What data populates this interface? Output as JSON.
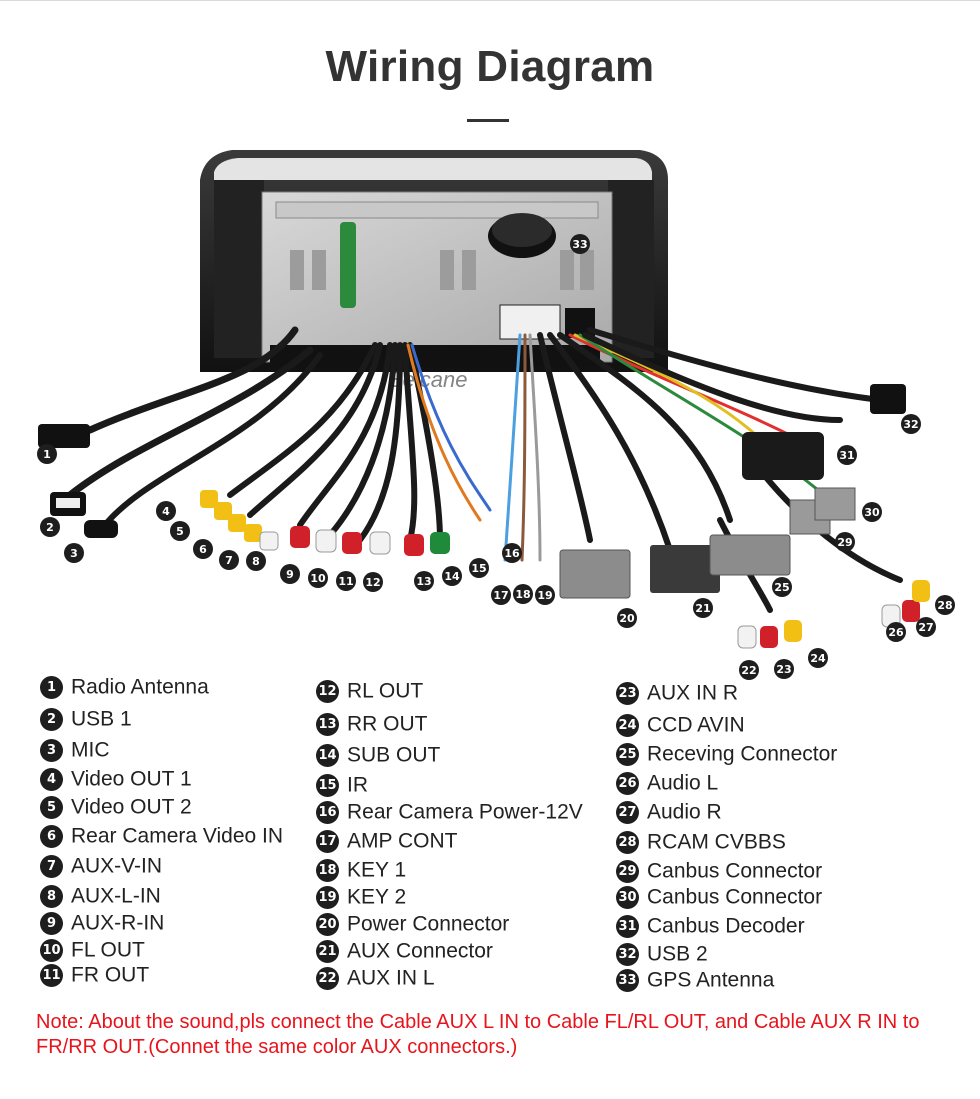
{
  "title": "Wiring Diagram",
  "watermark": "Seicane",
  "callouts": [
    "1",
    "2",
    "3",
    "4",
    "5",
    "6",
    "7",
    "8",
    "9",
    "10",
    "11",
    "12",
    "13",
    "14",
    "15",
    "16",
    "17",
    "18",
    "19",
    "20",
    "21",
    "22",
    "23",
    "24",
    "25",
    "26",
    "27",
    "28",
    "29",
    "30",
    "31",
    "32",
    "33"
  ],
  "legend": {
    "col1": [
      {
        "num": "1",
        "label": "Radio Antenna"
      },
      {
        "num": "2",
        "label": "USB 1"
      },
      {
        "num": "3",
        "label": "MIC"
      },
      {
        "num": "4",
        "label": "Video OUT 1"
      },
      {
        "num": "5",
        "label": "Video OUT 2"
      },
      {
        "num": "6",
        "label": "Rear Camera Video IN"
      },
      {
        "num": "7",
        "label": "AUX-V-IN"
      },
      {
        "num": "8",
        "label": "AUX-L-IN"
      },
      {
        "num": "9",
        "label": "AUX-R-IN"
      },
      {
        "num": "10",
        "label": "FL OUT"
      },
      {
        "num": "11",
        "label": "FR OUT"
      }
    ],
    "col2": [
      {
        "num": "12",
        "label": "RL OUT"
      },
      {
        "num": "13",
        "label": "RR OUT"
      },
      {
        "num": "14",
        "label": "SUB OUT"
      },
      {
        "num": "15",
        "label": "IR"
      },
      {
        "num": "16",
        "label": "Rear Camera Power-12V"
      },
      {
        "num": "17",
        "label": "AMP CONT"
      },
      {
        "num": "18",
        "label": "KEY 1"
      },
      {
        "num": "19",
        "label": "KEY 2"
      },
      {
        "num": "20",
        "label": "Power Connector"
      },
      {
        "num": "21",
        "label": "AUX Connector"
      },
      {
        "num": "22",
        "label": "AUX IN L"
      }
    ],
    "col3": [
      {
        "num": "23",
        "label": "AUX IN R"
      },
      {
        "num": "24",
        "label": "CCD AVIN"
      },
      {
        "num": "25",
        "label": "Receving Connector"
      },
      {
        "num": "26",
        "label": "Audio L"
      },
      {
        "num": "27",
        "label": "Audio R"
      },
      {
        "num": "28",
        "label": "RCAM CVBBS"
      },
      {
        "num": "29",
        "label": "Canbus Connector"
      },
      {
        "num": "30",
        "label": "Canbus Connector"
      },
      {
        "num": "31",
        "label": "Canbus Decoder"
      },
      {
        "num": "32",
        "label": "USB 2"
      },
      {
        "num": "33",
        "label": "GPS Antenna"
      }
    ]
  },
  "note": "Note: About the sound,pls connect the Cable AUX L IN to Cable FL/RL OUT, and Cable AUX R IN to  FR/RR OUT.(Connet the same color AUX connectors.)",
  "colors": {
    "title": "#333333",
    "note": "#e8141c",
    "badge": "#1e1e1e",
    "rca_red": "#d0202a",
    "rca_white": "#f2f2f2",
    "rca_yellow": "#f2c014",
    "rca_green": "#1f8a3a"
  }
}
